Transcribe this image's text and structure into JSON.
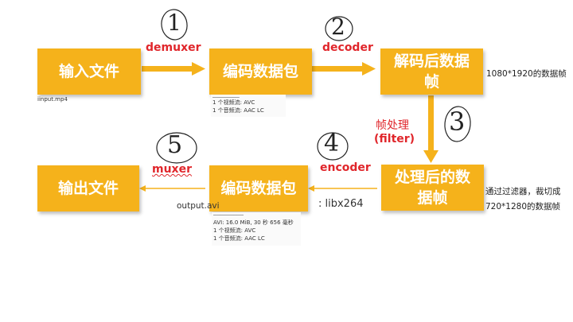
{
  "boxes": {
    "input_file": "输入文件",
    "packets_top": "编码数据包",
    "decoded_frames_1": "解码后数据",
    "decoded_frames_2": "帧",
    "processed_frames_1": "处理后的数",
    "processed_frames_2": "据帧",
    "packets_bottom": "编码数据包",
    "output_file": "输出文件"
  },
  "labels": {
    "demuxer": "demuxer",
    "decoder": "decoder",
    "filter_cn": "帧处理",
    "filter_en": "(filter)",
    "encoder": "encoder",
    "muxer": "muxer",
    "libx264": ": libx264"
  },
  "steps": [
    "1",
    "2",
    "3",
    "4",
    "5"
  ],
  "notes": {
    "input_name": "iinput.mp4",
    "output_name": "output.avi",
    "decoded_res": "1080*1920的数据帧",
    "filter_note_1": "通过过滤器，裁切成",
    "filter_note_2": "720*1280的数据帧"
  },
  "stream_info_top": {
    "video": "1 个视频流: AVC",
    "audio": "1 个音频流: AAC LC"
  },
  "stream_info_bottom": {
    "summary": "AVI: 16.0 MiB, 30 秒 656 毫秒",
    "video": "1 个视频流: AVC",
    "audio": "1 个音频流: AAC LC"
  },
  "colors": {
    "box": "#f5b21b",
    "label_red": "#e0262b",
    "arrow": "#f5b21b"
  }
}
